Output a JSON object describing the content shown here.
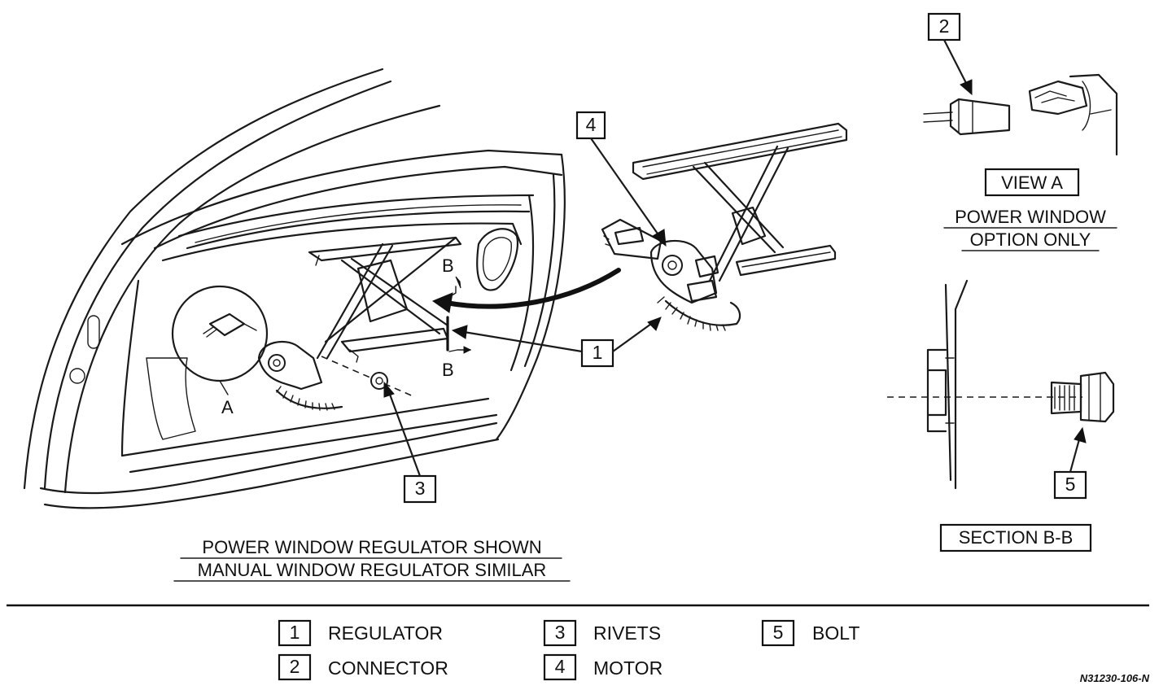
{
  "figure_code": "N31230-106-N",
  "callouts": {
    "c1": "1",
    "c2": "2",
    "c3": "3",
    "c4": "4",
    "c5": "5"
  },
  "labels": {
    "view_letter": "A",
    "section_top": "B",
    "section_bottom": "B",
    "view_a_title": "VIEW A",
    "view_a_note_line1": "POWER WINDOW",
    "view_a_note_line2": "OPTION ONLY",
    "section_title": "SECTION B-B"
  },
  "caption": {
    "line1": "POWER WINDOW REGULATOR SHOWN",
    "line2": "MANUAL WINDOW REGULATOR SIMILAR"
  },
  "legend": [
    {
      "num": "1",
      "label": "REGULATOR"
    },
    {
      "num": "2",
      "label": "CONNECTOR"
    },
    {
      "num": "3",
      "label": "RIVETS"
    },
    {
      "num": "4",
      "label": "MOTOR"
    },
    {
      "num": "5",
      "label": "BOLT"
    }
  ]
}
